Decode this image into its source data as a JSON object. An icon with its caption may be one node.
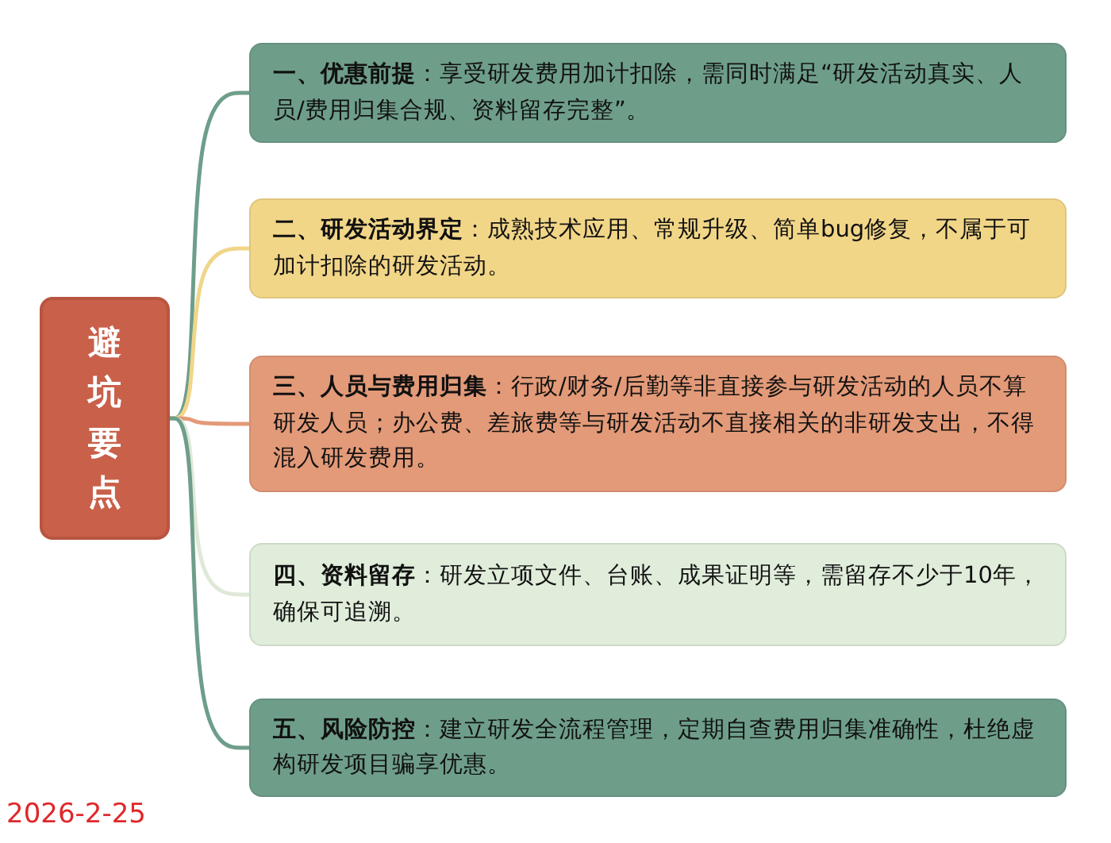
{
  "diagram": {
    "nodes": [
      {
        "text": [
          "避坑要点"
        ]
      },
      {
        "text": [
          "**一、优惠前提**：享受研发费用加计扣除，需同时满足“研发活动真实、人员/费用归集合规、资料留存完整”。"
        ]
      },
      {
        "text": [
          "**二、研发活动界定**：成熟技术应用、常规升级、简单bug修复，不属于可加计扣除的研发活动。"
        ]
      },
      {
        "text": [
          "**三、人员与费用归集**：行政/财务/后勤等非直接参与研发活动的人员不算研发人员；办公费、差旅费等与研发活动不直接相关的非研发支出，不得混入研发费用。"
        ]
      },
      {
        "text": [
          "**四、资料留存**：研发立项文件、台账、成果证明等，需留存不少于10年，确保可追溯。"
        ]
      },
      {
        "text": [
          "**五、风险防控**：建立研发全流程管理，定期自查费用归集准确性，杜绝虚构研发项目骗享优惠。"
        ]
      }
    ],
    "edges": [
      {
        "from": 0,
        "to": 1,
        "arrow": "none",
        "color": "#6e9e8a"
      },
      {
        "from": 0,
        "to": 2,
        "arrow": "none",
        "color": "#f0d68a"
      },
      {
        "from": 0,
        "to": 3,
        "arrow": "none",
        "color": "#e39a78"
      },
      {
        "from": 0,
        "to": 4,
        "arrow": "none",
        "color": "#dfe9d8"
      },
      {
        "from": 0,
        "to": 5,
        "arrow": "none",
        "color": "#6e9e8a"
      }
    ],
    "labels": [
      "2026-2-25"
    ]
  }
}
